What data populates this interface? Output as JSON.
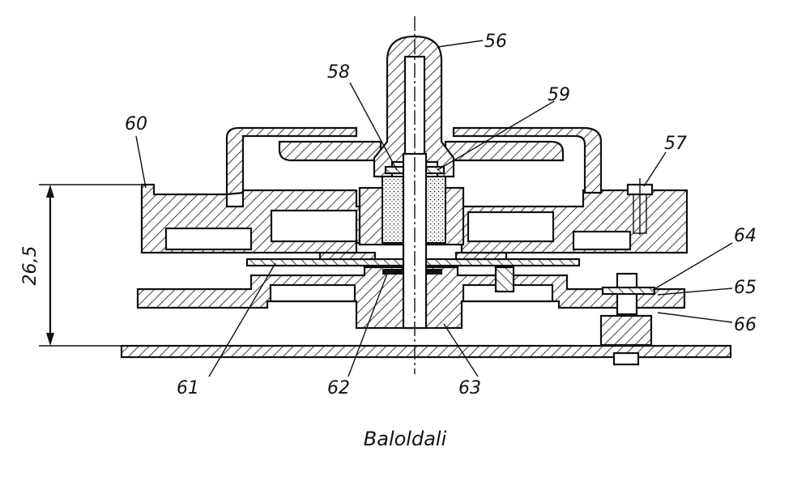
{
  "labels": {
    "p56": "56",
    "p57": "57",
    "p58": "58",
    "p59": "59",
    "p60": "60",
    "p61": "61",
    "p62": "62",
    "p63": "63",
    "p64": "64",
    "p65": "65",
    "p66": "66"
  },
  "dimension": "26,5",
  "caption": "Baloldali"
}
